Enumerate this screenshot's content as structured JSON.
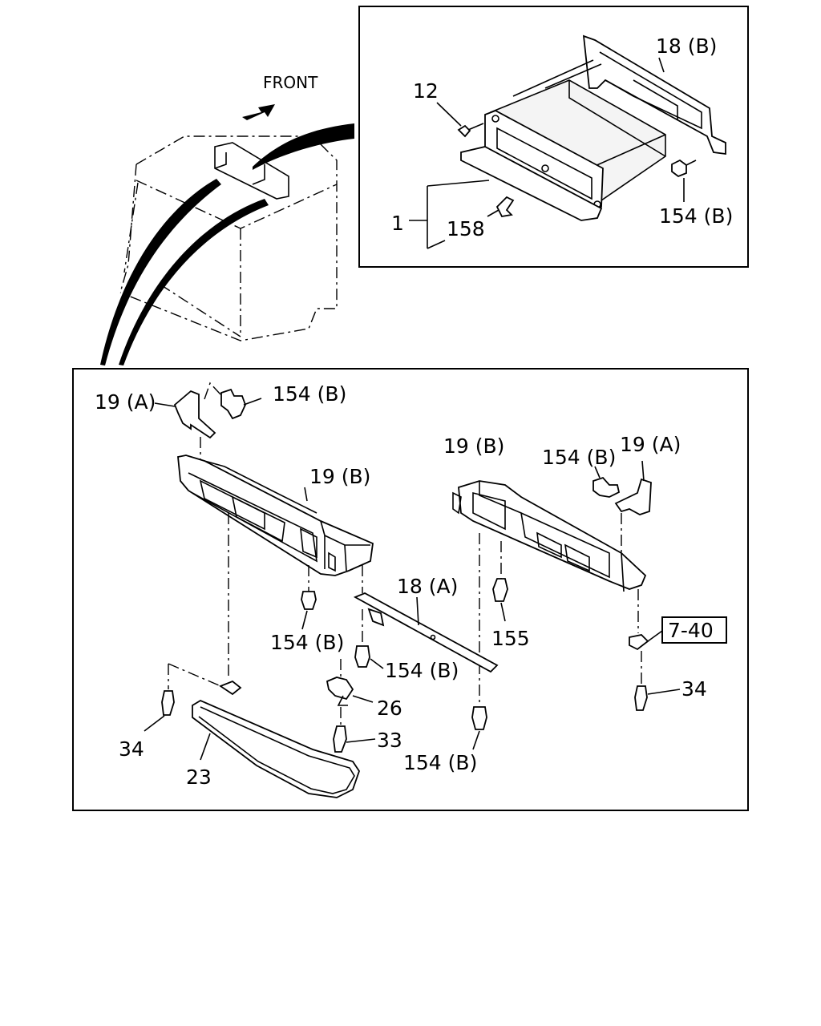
{
  "diagram": {
    "front_label": "FRONT",
    "labels": {
      "l_18b_top": "18 (B)",
      "l_12": "12",
      "l_154b_top": "154 (B)",
      "l_1": "1",
      "l_158": "158",
      "l_19a_left": "19 (A)",
      "l_154b_a": "154 (B)",
      "l_19b_left": "19 (B)",
      "l_19b_right": "19 (B)",
      "l_154b_b": "154 (B)",
      "l_19a_right": "19 (A)",
      "l_18a": "18 (A)",
      "l_154b_c": "154 (B)",
      "l_155": "155",
      "l_7_40": "7-40",
      "l_154b_d": "154 (B)",
      "l_26": "26",
      "l_34_left": "34",
      "l_33": "33",
      "l_34_right": "34",
      "l_23": "23",
      "l_154b_e": "154 (B)"
    }
  }
}
